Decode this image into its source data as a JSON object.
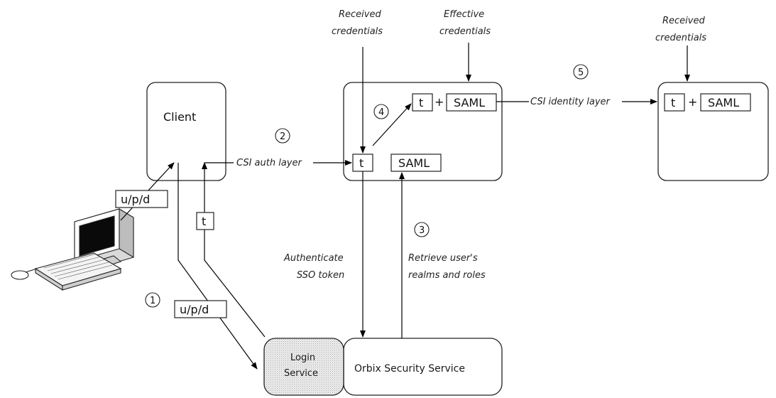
{
  "nodes": {
    "client": "Client",
    "login_service_line1": "Login",
    "login_service_line2": "Service",
    "security_service": "Orbix Security Service"
  },
  "tokens": {
    "t": "t",
    "saml": "SAML",
    "plus": "+",
    "upd": "u/p/d"
  },
  "steps": {
    "s1": "1",
    "s2": "2",
    "s3": "3",
    "s4": "4",
    "s5": "5"
  },
  "labels": {
    "received_line1": "Received",
    "received_line2": "credentials",
    "effective_line1": "Effective",
    "effective_line2": "credentials",
    "received2_line1": "Received",
    "received2_line2": "credentials",
    "csi_auth": "CSI auth layer",
    "csi_identity": "CSI identity layer",
    "authenticate_line1": "Authenticate",
    "authenticate_line2": "SSO token",
    "retrieve_line1": "Retrieve user's",
    "retrieve_line2": "realms and roles"
  }
}
